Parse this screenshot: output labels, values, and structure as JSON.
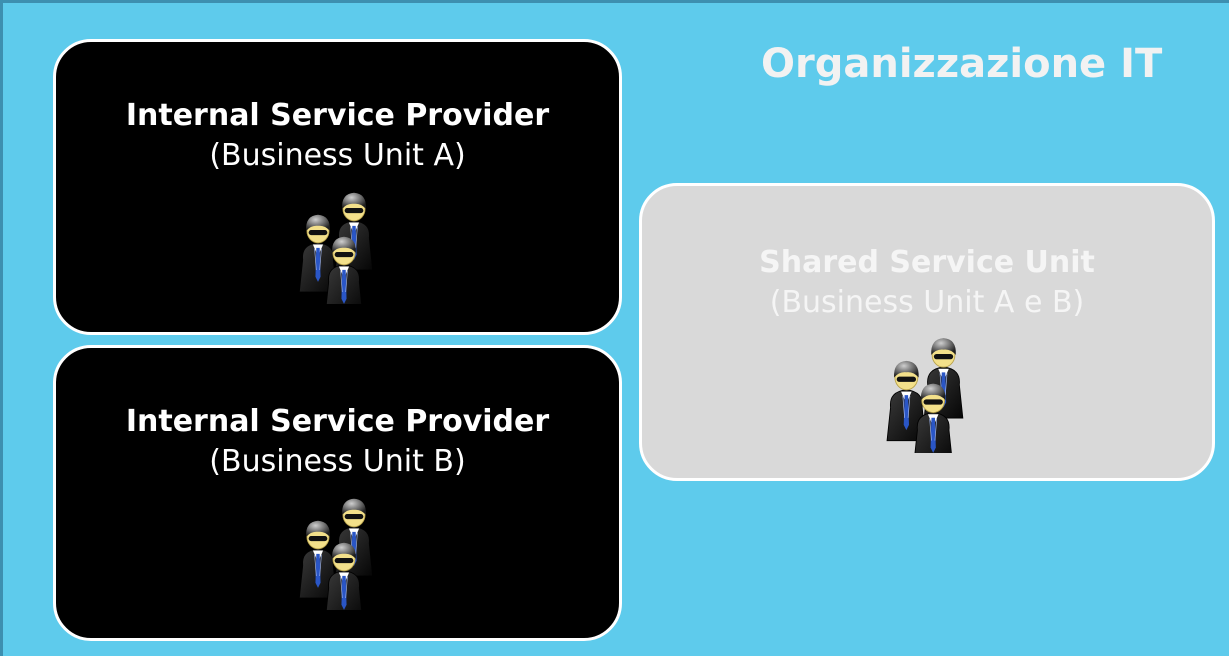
{
  "title": "Organizzazione IT",
  "boxes": [
    {
      "title": "Internal Service Provider",
      "subtitle": "(Business Unit A)",
      "icon": "people-group-icon"
    },
    {
      "title": "Internal Service Provider",
      "subtitle": "(Business Unit B)",
      "icon": "people-group-icon"
    },
    {
      "title": "Shared Service Unit",
      "subtitle": "(Business Unit A e B)",
      "icon": "people-group-icon"
    }
  ],
  "colors": {
    "background": "#5ecbec",
    "dark_box": "#000000",
    "light_box": "#d9d9d9",
    "box_border": "#ffffff",
    "skin": "#f3e08a",
    "suit": "#1a1a1a",
    "tie": "#2a56c6"
  }
}
